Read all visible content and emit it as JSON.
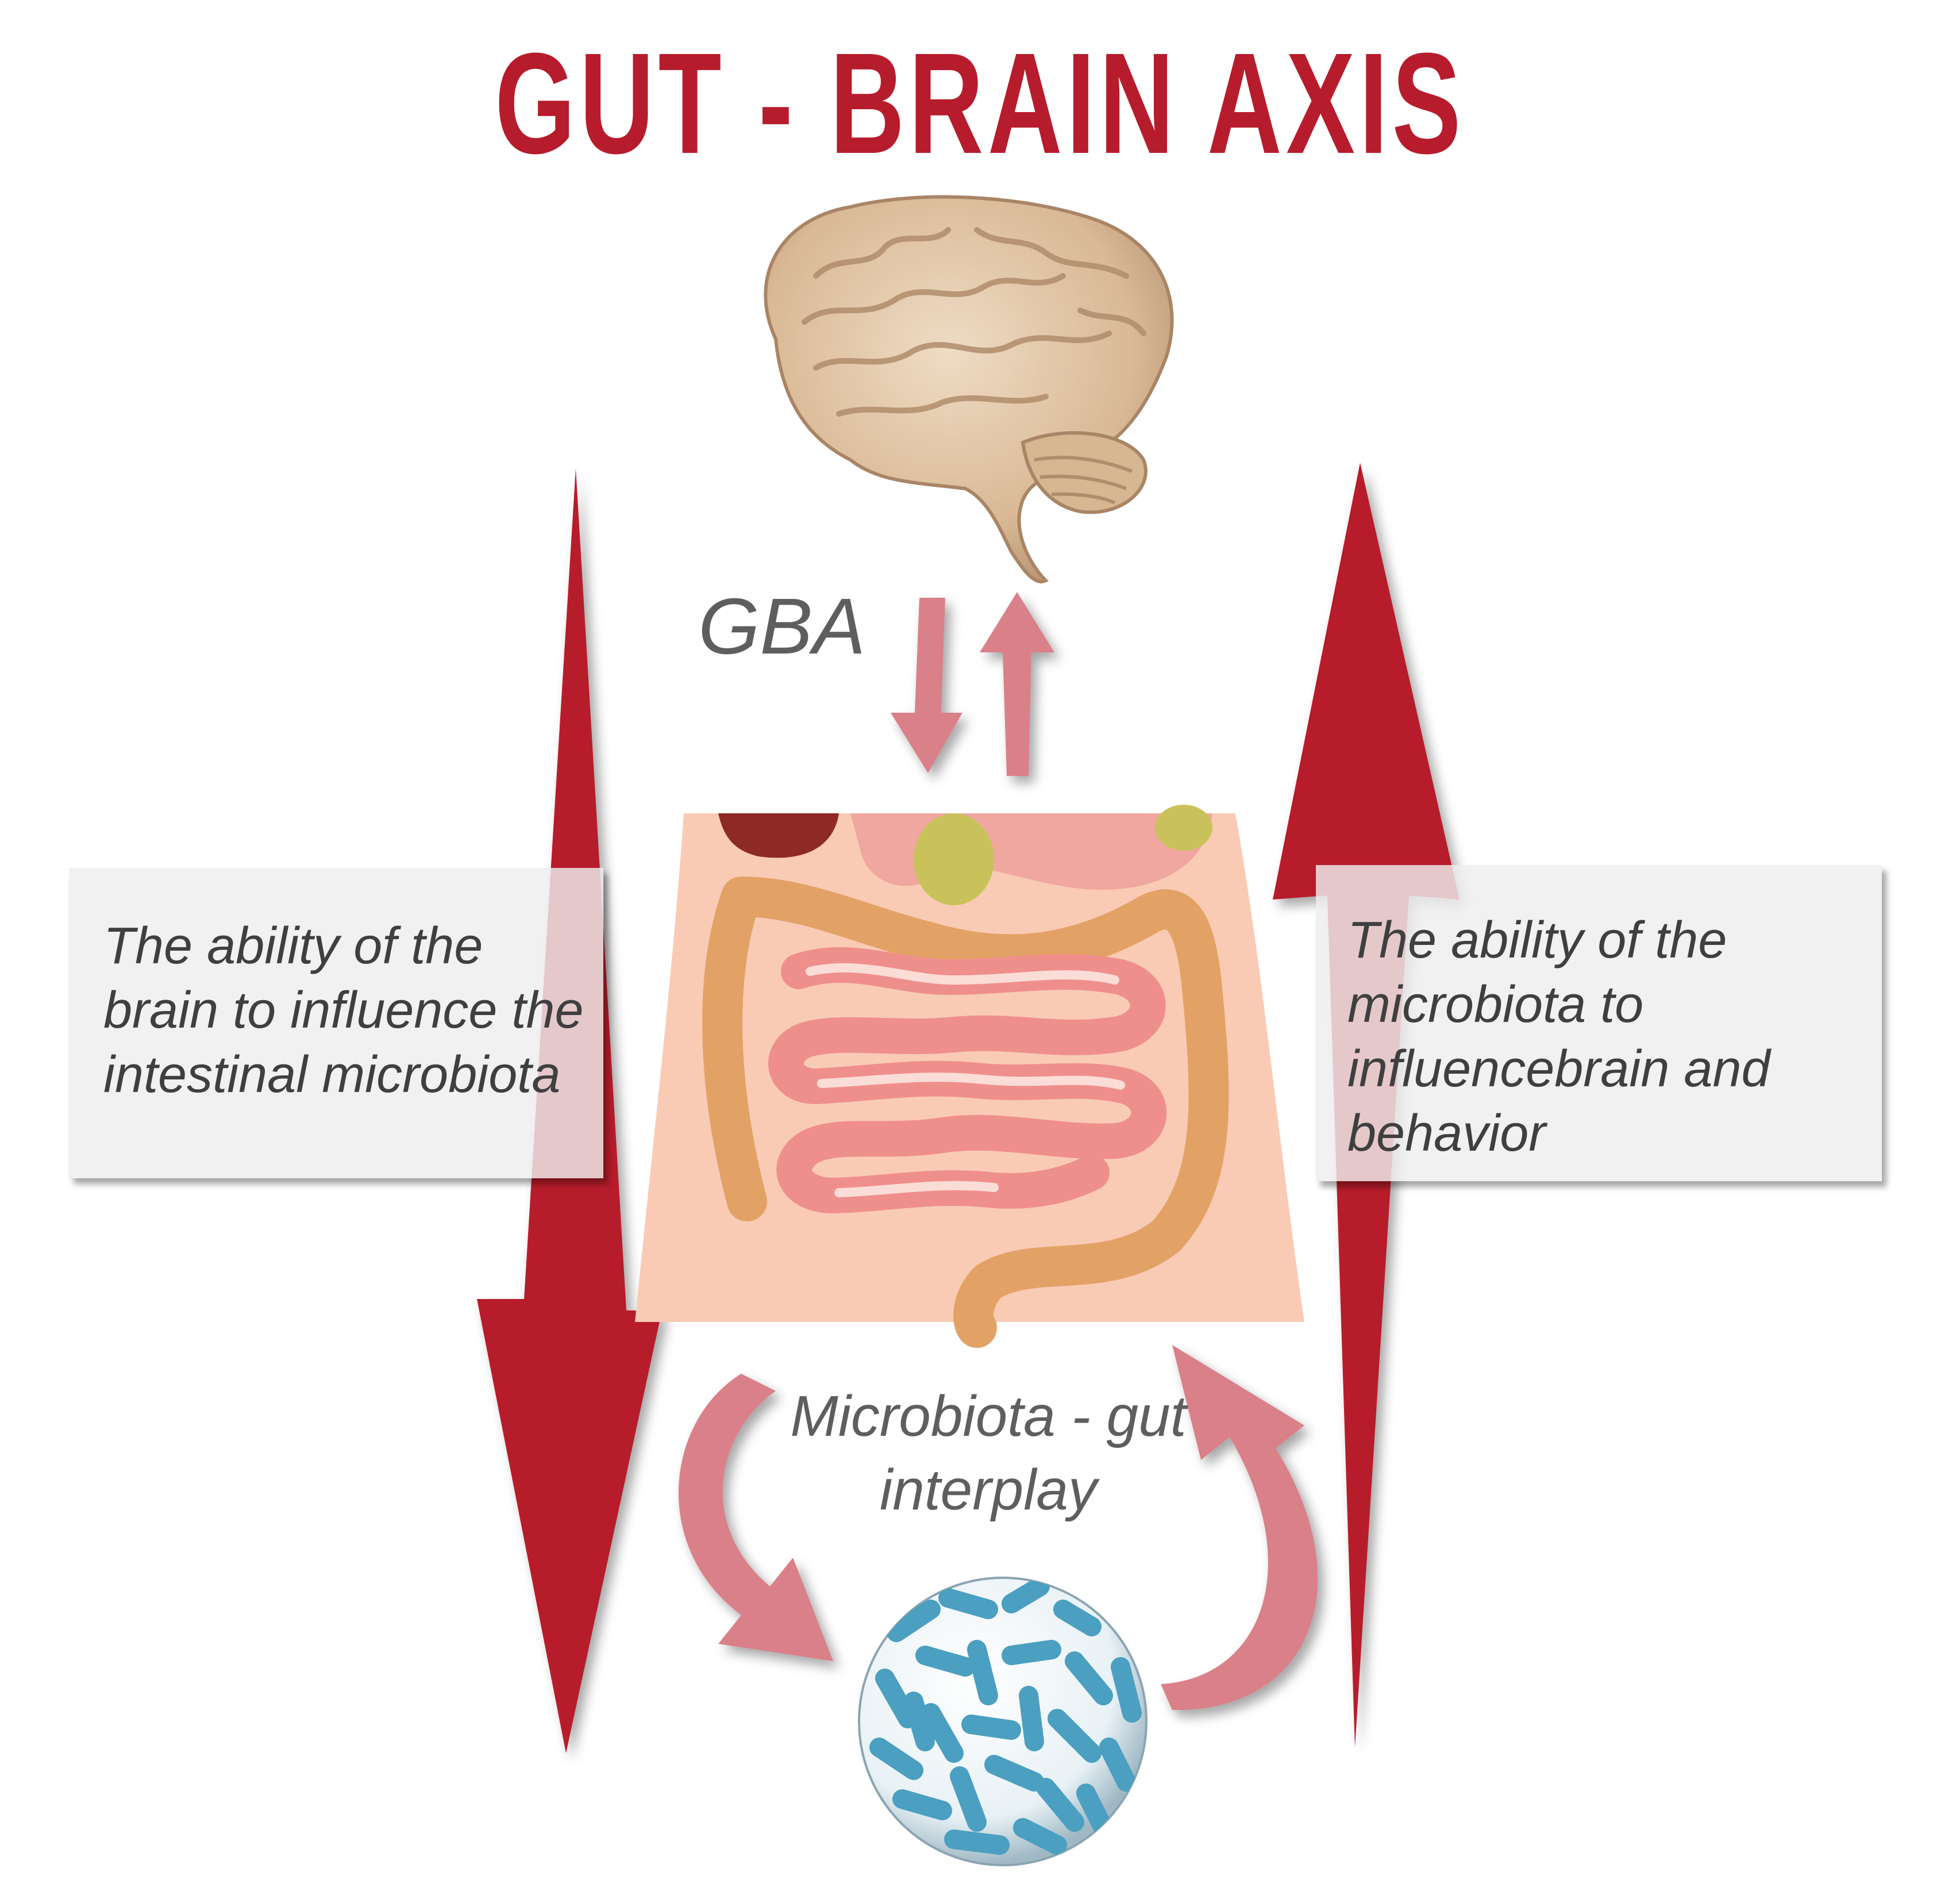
{
  "title": "GUT - BRAIN AXIS",
  "labels": {
    "gba": "GBA",
    "interplay": "Microbiota - gut interplay"
  },
  "boxes": {
    "brain_to_microbiota": "The ability of the brain to influence the intestinal microbiota",
    "microbiota_to_brain": "The ability of the microbiota to influencebrain and behavior"
  },
  "colors": {
    "title": "#b71c2c",
    "big_arrow": "#b71c2c",
    "small_arrow": "#d98089",
    "label_text": "#5e5e5e",
    "box_text": "#3f3f3f",
    "brain": "#dcc0a0",
    "gut_background": "#f9cbb5",
    "intestine": "#ef8f8c",
    "colon": "#e3a265",
    "microbe": "#4b9fc0"
  },
  "icons": [
    "brain-image",
    "gut-image",
    "microbiota-sphere-image"
  ]
}
